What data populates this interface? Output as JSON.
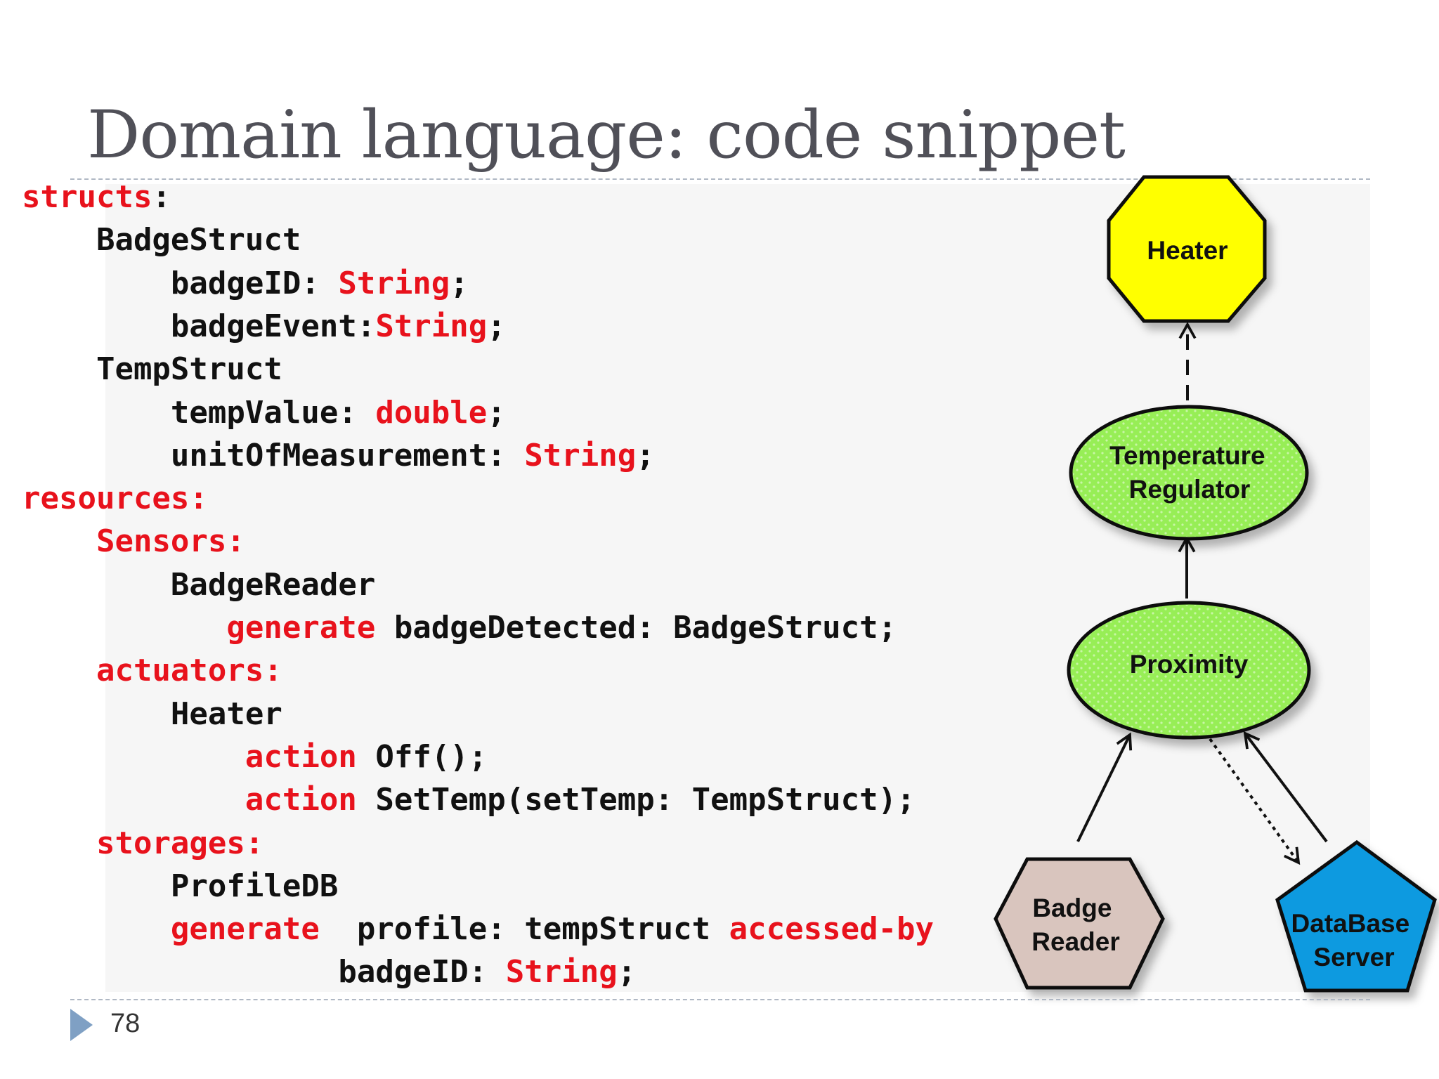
{
  "slide": {
    "title": "Domain language: code snippet",
    "page_number": "78"
  },
  "code": {
    "lines": [
      [
        {
          "t": "structs",
          "kw": true
        },
        {
          "t": ":"
        }
      ],
      [
        {
          "t": "    BadgeStruct"
        }
      ],
      [
        {
          "t": "        badgeID: "
        },
        {
          "t": "String",
          "kw": true
        },
        {
          "t": ";"
        }
      ],
      [
        {
          "t": "        badgeEvent:"
        },
        {
          "t": "String",
          "kw": true
        },
        {
          "t": ";"
        }
      ],
      [
        {
          "t": "    TempStruct"
        }
      ],
      [
        {
          "t": "        tempValue: "
        },
        {
          "t": "double",
          "kw": true
        },
        {
          "t": ";"
        }
      ],
      [
        {
          "t": "        unitOfMeasurement: "
        },
        {
          "t": "String",
          "kw": true
        },
        {
          "t": ";"
        }
      ],
      [
        {
          "t": "resources:",
          "kw": true
        }
      ],
      [
        {
          "t": "    "
        },
        {
          "t": "Sensors:",
          "kw": true
        }
      ],
      [
        {
          "t": "        BadgeReader"
        }
      ],
      [
        {
          "t": "           "
        },
        {
          "t": "generate",
          "kw": true
        },
        {
          "t": " badgeDetected: BadgeStruct;"
        }
      ],
      [
        {
          "t": "    "
        },
        {
          "t": "actuators:",
          "kw": true
        }
      ],
      [
        {
          "t": "        Heater"
        }
      ],
      [
        {
          "t": "            "
        },
        {
          "t": "action",
          "kw": true
        },
        {
          "t": " Off();"
        }
      ],
      [
        {
          "t": "            "
        },
        {
          "t": "action",
          "kw": true
        },
        {
          "t": " SetTemp(setTemp: TempStruct);"
        }
      ],
      [
        {
          "t": "    "
        },
        {
          "t": "storages:",
          "kw": true
        }
      ],
      [
        {
          "t": "        ProfileDB"
        }
      ],
      [
        {
          "t": "        "
        },
        {
          "t": "generate",
          "kw": true
        },
        {
          "t": "  profile: tempStruct "
        },
        {
          "t": "accessed-by",
          "kw": true
        }
      ],
      [
        {
          "t": "                 badgeID: "
        },
        {
          "t": "String",
          "kw": true
        },
        {
          "t": ";"
        }
      ]
    ]
  },
  "diagram": {
    "nodes": {
      "heater": {
        "label_lines": [
          "Heater"
        ],
        "fill": "#ffff00"
      },
      "temperature_regulator": {
        "label_lines": [
          "Temperature",
          "Regulator"
        ],
        "fill": "#97ee56"
      },
      "proximity": {
        "label_lines": [
          "Proximity"
        ],
        "fill": "#97ee56"
      },
      "badge_reader": {
        "label_lines": [
          "Badge",
          "Reader"
        ],
        "fill": "#d9c5be"
      },
      "database_server": {
        "label_lines": [
          "DataBase",
          "Server"
        ],
        "fill": "#119ae0"
      }
    }
  },
  "colors": {
    "keyword": "#e8121c",
    "text": "#111111",
    "title": "#505058",
    "pager_triangle": "#7fa0c4"
  }
}
